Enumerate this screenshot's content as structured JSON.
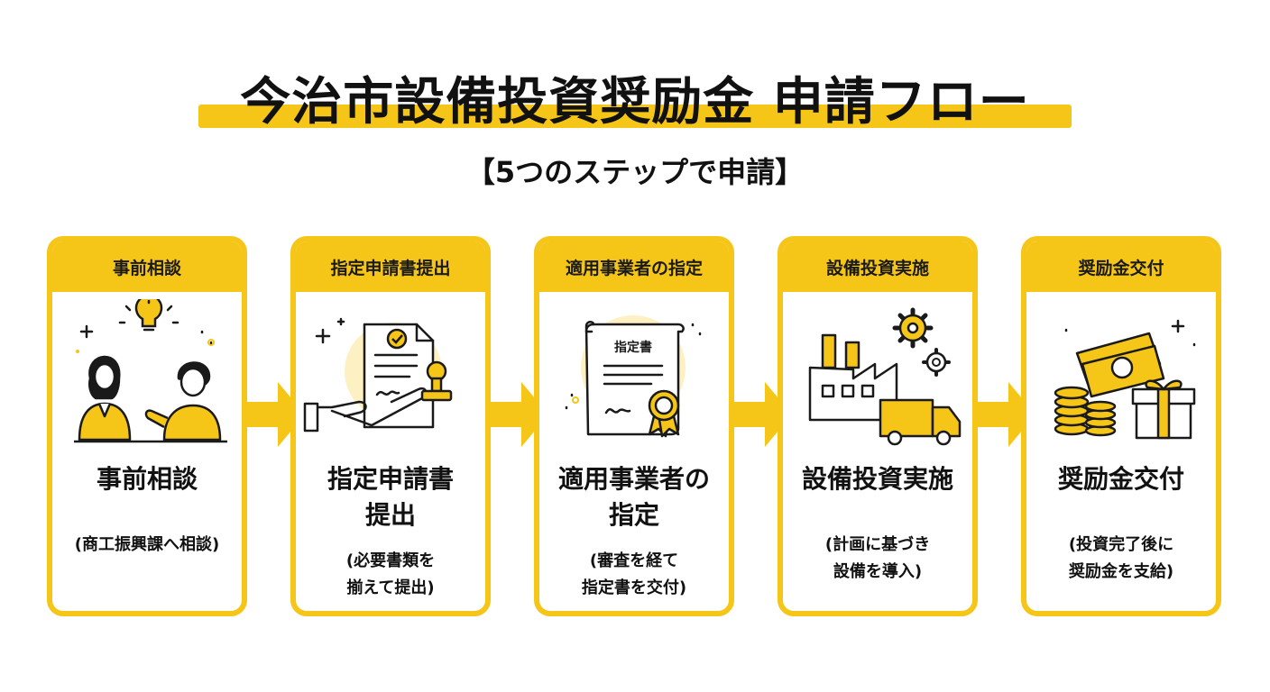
{
  "title": "今治市設備投資奨励金 申請フロー",
  "subtitle": "【5つのステップで申請】",
  "colors": {
    "accent": "#f5c518",
    "text": "#111111",
    "background": "#ffffff"
  },
  "steps": [
    {
      "header": "事前相談",
      "main": "事前相談",
      "sub": "(商工振興課へ相談)",
      "icon": "consultation-icon"
    },
    {
      "header": "指定申請書提出",
      "main": "指定申請書\n提出",
      "sub": "(必要書類を\n揃えて提出)",
      "icon": "application-document-icon"
    },
    {
      "header": "適用事業者の指定",
      "main": "適用事業者の\n指定",
      "sub": "(審査を経て\n指定書を交付)",
      "icon": "certificate-icon",
      "certificate_label": "指定書"
    },
    {
      "header": "設備投資実施",
      "main": "設備投資実施",
      "sub": "(計画に基づき\n設備を導入)",
      "icon": "factory-truck-icon"
    },
    {
      "header": "奨励金交付",
      "main": "奨励金交付",
      "sub": "(投資完了後に\n奨励金を支給)",
      "icon": "money-gift-icon"
    }
  ]
}
